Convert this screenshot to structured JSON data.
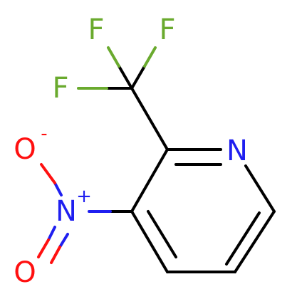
{
  "molecule": {
    "atoms": {
      "f_top_left": {
        "symbol": "F",
        "color": "#6aaa2e"
      },
      "f_top_right": {
        "symbol": "F",
        "color": "#6aaa2e"
      },
      "f_left": {
        "symbol": "F",
        "color": "#6aaa2e"
      },
      "n_ring": {
        "symbol": "N",
        "color": "#1f1ff0"
      },
      "n_nitro": {
        "symbol": "N",
        "color": "#1f1ff0"
      },
      "n_nitro_charge": {
        "symbol": "+",
        "color": "#1f1ff0"
      },
      "o_top": {
        "symbol": "O",
        "color": "#ff1010"
      },
      "o_top_charge": {
        "symbol": "-",
        "color": "#ff1010"
      },
      "o_bottom": {
        "symbol": "O",
        "color": "#ff1010"
      }
    },
    "colors": {
      "bond": "#000000",
      "fluorine": "#6aaa2e",
      "nitrogen": "#1f1ff0",
      "oxygen": "#ff1010"
    }
  }
}
